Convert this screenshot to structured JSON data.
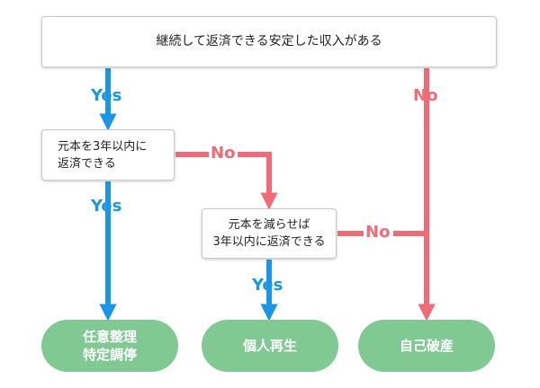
{
  "colors": {
    "yes": "#1b96e6",
    "no": "#f06b76",
    "result_fill": "#80c993",
    "box_border": "#c9c9c9"
  },
  "questions": {
    "q1": {
      "lines": [
        "継続して返済できる安定した収入がある"
      ]
    },
    "q2": {
      "lines": [
        "元本を3年以内に",
        "返済できる"
      ]
    },
    "q3": {
      "lines": [
        "元本を減らせば",
        "3年以内に返済できる"
      ]
    }
  },
  "labels": {
    "yes": "Yes",
    "no": "No"
  },
  "results": {
    "r1": {
      "lines": [
        "任意整理",
        "特定調停"
      ]
    },
    "r2": {
      "lines": [
        "個人再生"
      ]
    },
    "r3": {
      "lines": [
        "自己破産"
      ]
    }
  }
}
